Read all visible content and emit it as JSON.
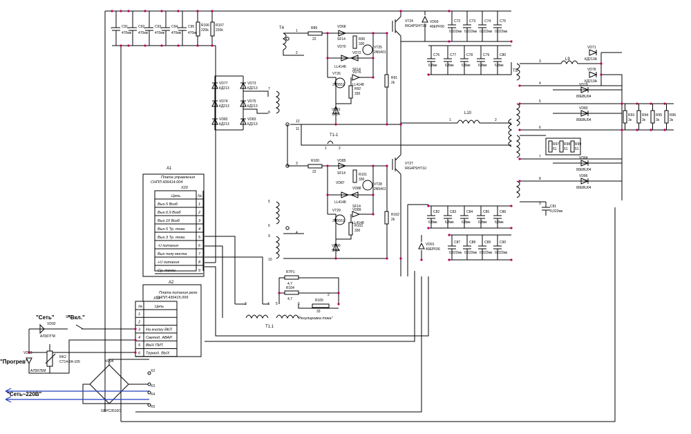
{
  "diagram": {
    "top_caps": [
      {
        "ref": "C91",
        "val": "470мк"
      },
      {
        "ref": "C92",
        "val": "470мк"
      },
      {
        "ref": "C93",
        "val": "470мк"
      },
      {
        "ref": "C94",
        "val": "470мк"
      },
      {
        "ref": "C95",
        "val": "470мк"
      }
    ],
    "top_res": [
      {
        "ref": "R106",
        "val": "220k"
      },
      {
        "ref": "R107",
        "val": "220k"
      }
    ],
    "left_diodes": [
      {
        "ref": "VD77",
        "val": "КД213"
      },
      {
        "ref": "VD73",
        "val": "КД213"
      },
      {
        "ref": "VD74",
        "val": "КД213"
      },
      {
        "ref": "VD75",
        "val": "КД213"
      },
      {
        "ref": "VD82",
        "val": "КД213"
      },
      {
        "ref": "VD83",
        "val": "КД213"
      }
    ],
    "t4": "T4",
    "t4_pins": [
      "1",
      "2",
      "3",
      "4",
      "7",
      "8",
      "9",
      "10",
      "11",
      "12"
    ],
    "upper_drive": {
      "r_gate": {
        "ref": "R89",
        "val": "22"
      },
      "vd68": {
        "ref": "VD68",
        "val": "SF14"
      },
      "vd70": {
        "ref": "VD70",
        "val": "LL4148"
      },
      "r90": {
        "ref": "R90",
        "val": "330"
      },
      "vd72": {
        "ref": "VD72",
        "val": "SF14"
      },
      "vd76": {
        "ref": "VD76",
        "val": "LL4148"
      },
      "vt25": {
        "ref": "VT25",
        "val": "2N5401"
      },
      "vt26": {
        "ref": "VT26",
        "val": "2N5551"
      },
      "r92": {
        "ref": "R92",
        "val": "330"
      },
      "vd81": {
        "ref": "VD81",
        "val": "SF14"
      },
      "r91": {
        "ref": "R91",
        "val": "2k"
      },
      "vt24": {
        "ref": "VT24",
        "val": "IRG4PSH71U"
      },
      "vd69": {
        "ref": "VD69",
        "val": "40EPF06"
      }
    },
    "lower_drive": {
      "r_gate": {
        "ref": "R100",
        "val": "22"
      },
      "vd85": {
        "ref": "VD85",
        "val": "SF14"
      },
      "vd87": {
        "ref": "VD87",
        "val": "LL4148"
      },
      "r101": {
        "ref": "R101",
        "val": "330"
      },
      "vd88": {
        "ref": "VD88",
        "val": "SF14"
      },
      "vd89": {
        "ref": "VD89",
        "val": "LL4148"
      },
      "vt28": {
        "ref": "VT28",
        "val": "2N5401"
      },
      "vt29": {
        "ref": "VT29",
        "val": "2N5551"
      },
      "r103": {
        "ref": "R103",
        "val": "330"
      },
      "vd90": {
        "ref": "VD90",
        "val": "SF14"
      },
      "r102": {
        "ref": "R102",
        "val": "2k"
      },
      "vt27": {
        "ref": "VT27",
        "val": "IRG4PSH71U"
      },
      "vd91": {
        "ref": "VD91",
        "val": "40EPF06"
      }
    },
    "caps_top_row": [
      {
        "ref": "C72",
        "val": "0,022мк"
      },
      {
        "ref": "C73",
        "val": "0,022мк"
      },
      {
        "ref": "C74",
        "val": "0,022мк"
      },
      {
        "ref": "C75",
        "val": "0,022мк"
      }
    ],
    "caps_mid_row": [
      {
        "ref": "C76",
        "val": "6,8мк"
      },
      {
        "ref": "C77",
        "val": "6,8мк"
      },
      {
        "ref": "C78",
        "val": "6,8мк"
      },
      {
        "ref": "C79",
        "val": "6,8мк"
      },
      {
        "ref": "C80",
        "val": "6,8мк"
      }
    ],
    "caps_low_row": [
      {
        "ref": "C82",
        "val": "6,8мк"
      },
      {
        "ref": "C83",
        "val": "6,8мк"
      },
      {
        "ref": "C84",
        "val": "6,8мк"
      },
      {
        "ref": "C85",
        "val": "6,8мк"
      },
      {
        "ref": "C86",
        "val": "6,8мк"
      }
    ],
    "caps_bottom_row": [
      {
        "ref": "C87",
        "val": "0,022мк"
      },
      {
        "ref": "C88",
        "val": "0,022мк"
      },
      {
        "ref": "C89",
        "val": "0,022мк"
      },
      {
        "ref": "C90",
        "val": "0,022мк"
      }
    ],
    "t11": "T1-1",
    "l10": "L10",
    "l9": "L9",
    "t5": "T5",
    "t5_pins": [
      "1",
      "2",
      "3",
      "4",
      "5",
      "6",
      "7",
      "8",
      "9"
    ],
    "rect_diodes": [
      {
        "ref": "VD71",
        "val": "КД213А"
      },
      {
        "ref": "VD78",
        "val": "КД213А"
      },
      {
        "ref": "VD79",
        "val": "80EBU04"
      },
      {
        "ref": "VD80",
        "val": "80EBU04"
      },
      {
        "ref": "VD84",
        "val": "80EBU04"
      },
      {
        "ref": "VD86",
        "val": "80EBU04"
      }
    ],
    "snub_res": [
      {
        "ref": "R97",
        "val": "51"
      },
      {
        "ref": "R98",
        "val": "51"
      },
      {
        "ref": "R99",
        "val": "51"
      }
    ],
    "load_res": [
      {
        "ref": "R93",
        "val": "3к"
      },
      {
        "ref": "R94",
        "val": "3к"
      },
      {
        "ref": "R95",
        "val": "3к"
      },
      {
        "ref": "R96",
        "val": "3к"
      }
    ],
    "c81": {
      "ref": "C81",
      "val": "0,022мк"
    },
    "a1": {
      "ref": "A1",
      "title1": "Плата управления",
      "title2": "СНПЛ.436414.004",
      "conn": "X20",
      "col_header": "Цепь",
      "col_no": "№",
      "rows": [
        {
          "name": "Вых.5 Возб",
          "no": "1"
        },
        {
          "name": "Вых.6,9 Возб",
          "no": "2"
        },
        {
          "name": "Вых.10 Возб",
          "no": "3"
        },
        {
          "name": "Вых.5 Тр. тока",
          "no": "4"
        },
        {
          "name": "Вых.3 Тр. тока",
          "no": "5"
        },
        {
          "name": "-U питания",
          "no": "6"
        },
        {
          "name": "Вых полу моста",
          "no": "7"
        },
        {
          "name": "+U питания",
          "no": "8"
        },
        {
          "name": "Ср. точки",
          "no": "9"
        }
      ]
    },
    "a2": {
      "ref": "A2",
      "title1": "Плата питания реле",
      "title2": "СНПЛ.436415.009",
      "conn": "X19",
      "col_no": "№",
      "col_header": "Цепь",
      "rows": [
        {
          "no": "1",
          "name": ""
        },
        {
          "no": "2",
          "name": ""
        },
        {
          "no": "3",
          "name": "На кнопку ВКЛ"
        },
        {
          "no": "4",
          "name": "Светод. АВАР."
        },
        {
          "no": "5",
          "name": "ВЫХ ПИТ."
        },
        {
          "no": "6",
          "name": "Термод. ВЫХ"
        }
      ]
    },
    "t11_lower": "T1.1",
    "current_adj": {
      "rp": {
        "ref": "R7P1",
        "val": "4,7"
      },
      "r104": {
        "ref": "R104",
        "val": "4,7"
      },
      "r105": {
        "ref": "R105",
        "val": "33"
      },
      "label": "\"Регулировка тока\""
    },
    "front": {
      "set_label": "\"Сеть\"",
      "vkl_label": "\"Вкл.\"",
      "sa1": "SA1",
      "vd92": {
        "ref": "VD92",
        "val": "АЛ307ГМ"
      },
      "vd93": {
        "ref": "VD93",
        "val": "АЛ307БМ"
      },
      "progrev": "\"Прогрев\"",
      "rk2": {
        "ref": "RK2",
        "val": "СТ14-2А-105"
      },
      "vd94": {
        "ref": "VD94",
        "val": "GBPC3510C"
      },
      "mains": "\"Сеть~220В\"",
      "x2": "X2",
      "x3": "X3",
      "x4": "X4",
      "x5": "X5"
    },
    "misc_pins": {
      "p1": "1",
      "p2": "2",
      "p3": "3",
      "p4": "4",
      "p5": "5",
      "p6": "6",
      "p7": "7",
      "p8": "8",
      "p9": "9",
      "p10": "10"
    }
  }
}
